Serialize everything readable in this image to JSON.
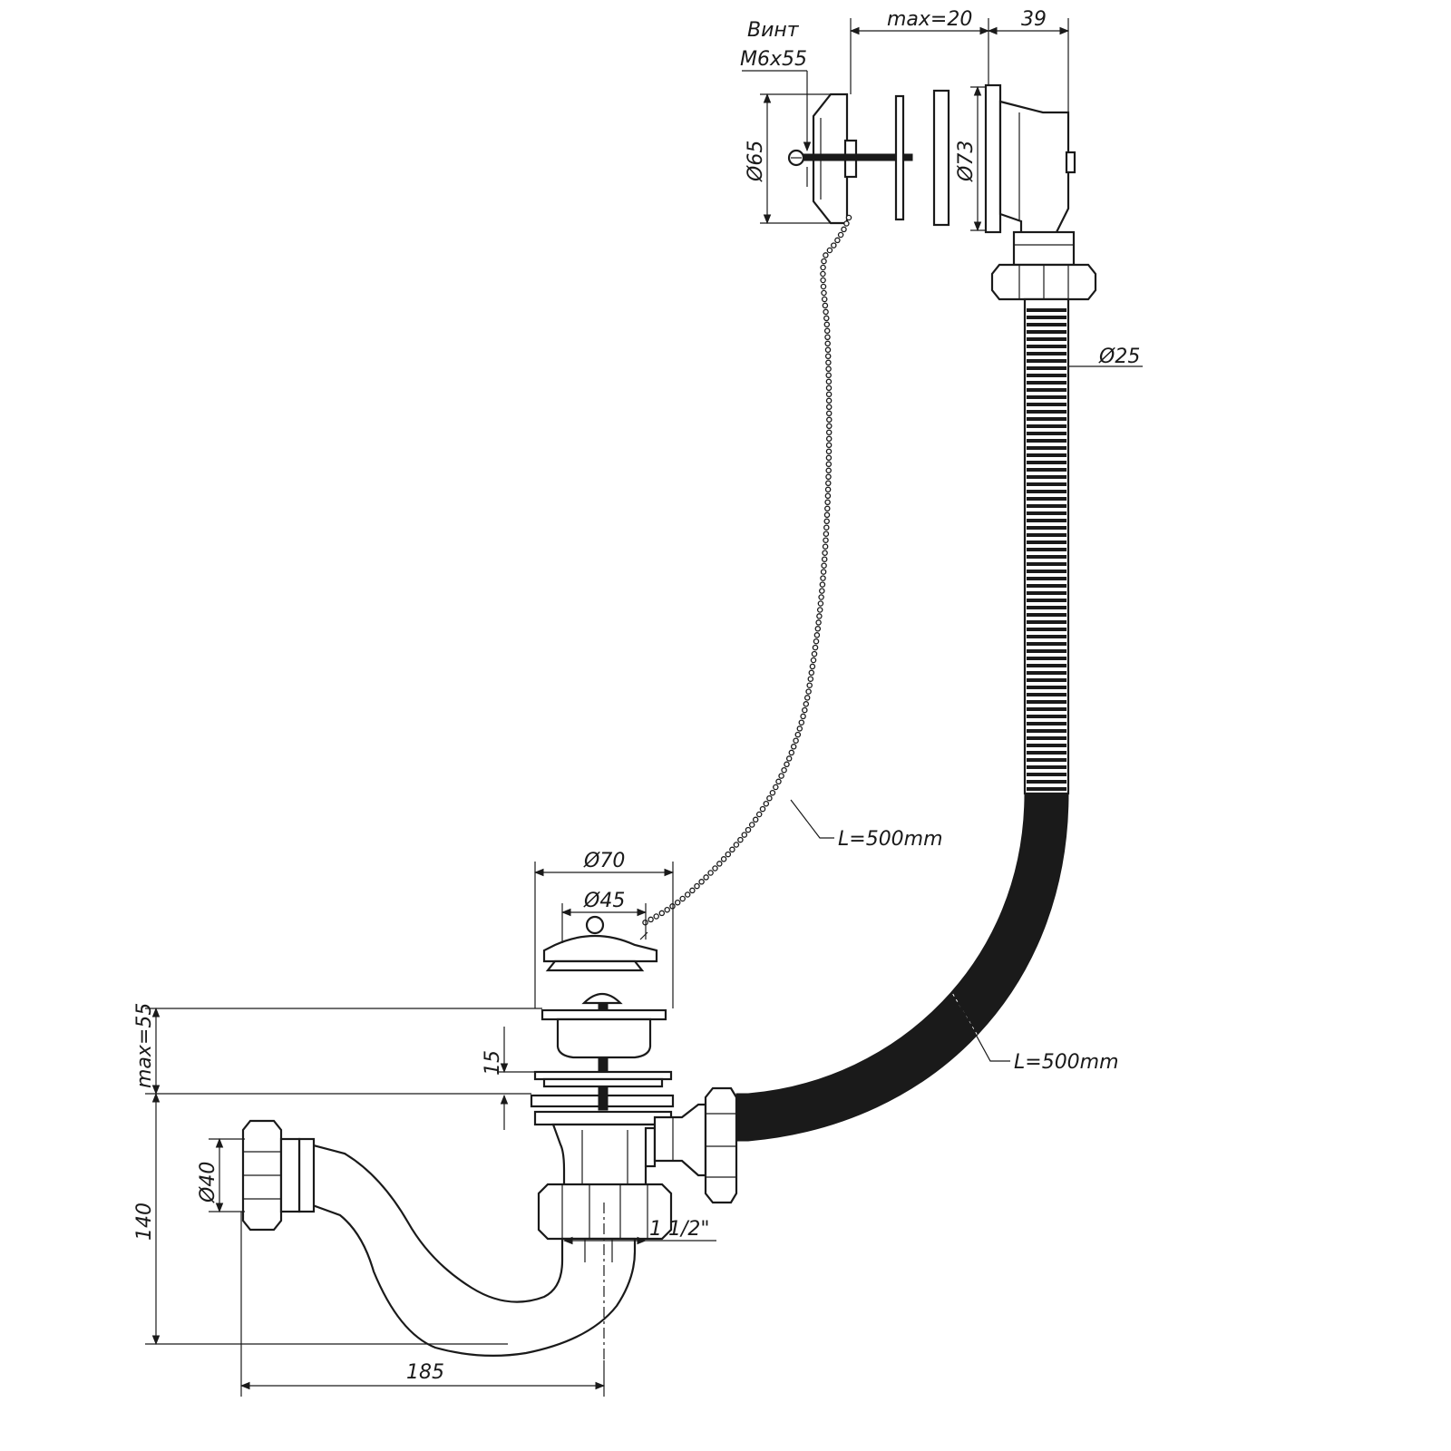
{
  "labels": {
    "screw_title": "Винт",
    "screw_size": "M6x55",
    "overflow_gap": "max=20",
    "overflow_depth": "39",
    "overflow_plate_dia": "Ø65",
    "overflow_flange_dia": "Ø73",
    "hose_dia": "Ø25",
    "chain_length": "L=500mm",
    "hose_length": "L=500mm",
    "strainer_dia": "Ø70",
    "plug_dia": "Ø45",
    "bath_thickness": "max=55",
    "gasket_height": "15",
    "outlet_dia": "Ø40",
    "trap_height": "140",
    "nut_thread": "1 1/2\"",
    "trap_width": "185"
  },
  "colors": {
    "line": "#1a1a1a",
    "background": "#ffffff"
  }
}
